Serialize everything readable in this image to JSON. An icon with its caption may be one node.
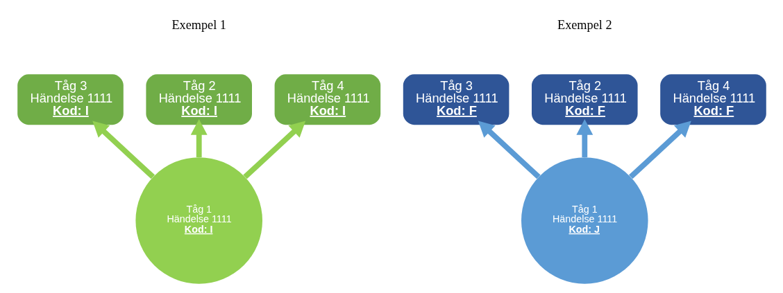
{
  "diagram": {
    "nodes": [
      {
        "text": [
          "Tåg 3",
          "Händelse 1111",
          "Kod: I"
        ]
      },
      {
        "text": [
          "Tåg 2",
          "Händelse 1111",
          "Kod: I"
        ]
      },
      {
        "text": [
          "Tåg 4",
          "Händelse 1111",
          "Kod: I"
        ]
      },
      {
        "text": [
          "Tåg 1",
          "Händelse 1111",
          "Kod: I"
        ]
      },
      {
        "text": [
          "Tåg 3",
          "Händelse 1111",
          "Kod: F"
        ]
      },
      {
        "text": [
          "Tåg 2",
          "Händelse 1111",
          "Kod: F"
        ]
      },
      {
        "text": [
          "Tåg 4",
          "Händelse 1111",
          "Kod: F"
        ]
      },
      {
        "text": [
          "Tåg 1",
          "Händelse 1111",
          "Kod: J"
        ]
      }
    ],
    "edges": [
      {
        "from": 3,
        "to": 1,
        "arrow": "to",
        "color": "#92d050"
      },
      {
        "from": 3,
        "to": 0,
        "arrow": "to",
        "color": "#92d050"
      },
      {
        "from": 3,
        "to": 2,
        "arrow": "to",
        "color": "#92d050"
      },
      {
        "from": 7,
        "to": 5,
        "arrow": "to",
        "color": "#5b9bd5"
      },
      {
        "from": 7,
        "to": 4,
        "arrow": "to",
        "color": "#5b9bd5"
      },
      {
        "from": 7,
        "to": 6,
        "arrow": "to",
        "color": "#5b9bd5"
      }
    ],
    "labels": [
      "Exempel 1",
      "Exempel 2"
    ]
  }
}
